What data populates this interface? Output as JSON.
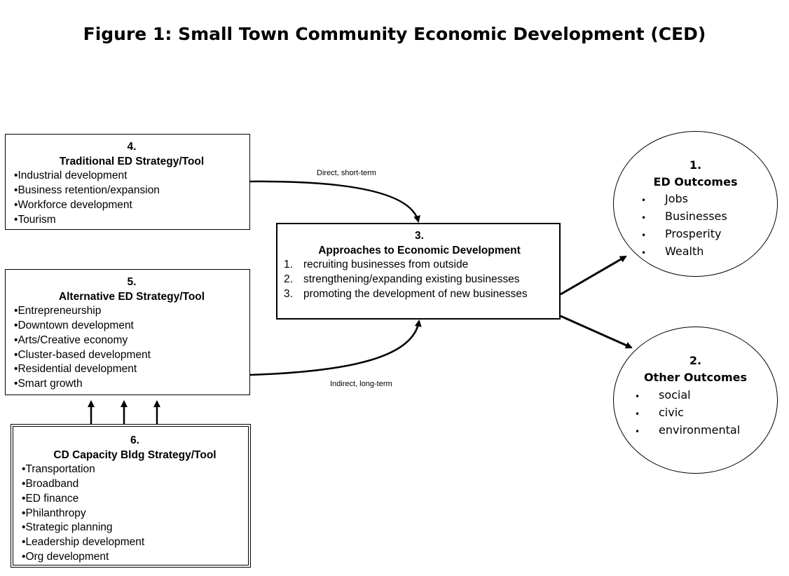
{
  "title": "Figure 1: Small Town Community Economic Development (CED)",
  "box4": {
    "number": "4.",
    "heading": "Traditional ED Strategy/Tool",
    "items": [
      "Industrial development",
      "Business retention/expansion",
      "Workforce development",
      "Tourism"
    ]
  },
  "box5": {
    "number": "5.",
    "heading": "Alternative ED Strategy/Tool",
    "items": [
      "Entrepreneurship",
      "Downtown development",
      "Arts/Creative economy",
      "Cluster-based development",
      "Residential development",
      "Smart growth"
    ]
  },
  "box6": {
    "number": "6.",
    "heading": "CD Capacity Bldg Strategy/Tool",
    "items": [
      "Transportation",
      "Broadband",
      "ED finance",
      "Philanthropy",
      "Strategic planning",
      "Leadership development",
      "Org development"
    ]
  },
  "box3": {
    "number": "3.",
    "heading": "Approaches to Economic Development",
    "items": [
      {
        "n": "1.",
        "text": "recruiting businesses from outside"
      },
      {
        "n": "2.",
        "text": "strengthening/expanding existing businesses"
      },
      {
        "n": "3.",
        "text": "promoting the development of new businesses"
      }
    ]
  },
  "circle1": {
    "number": "1.",
    "heading": "ED Outcomes",
    "items": [
      "Jobs",
      "Businesses",
      "Prosperity",
      "Wealth"
    ]
  },
  "circle2": {
    "number": "2.",
    "heading": "Other Outcomes",
    "items": [
      "social",
      "civic",
      "environmental"
    ]
  },
  "labels": {
    "direct": "Direct, short-term",
    "indirect": "Indirect, long-term"
  }
}
